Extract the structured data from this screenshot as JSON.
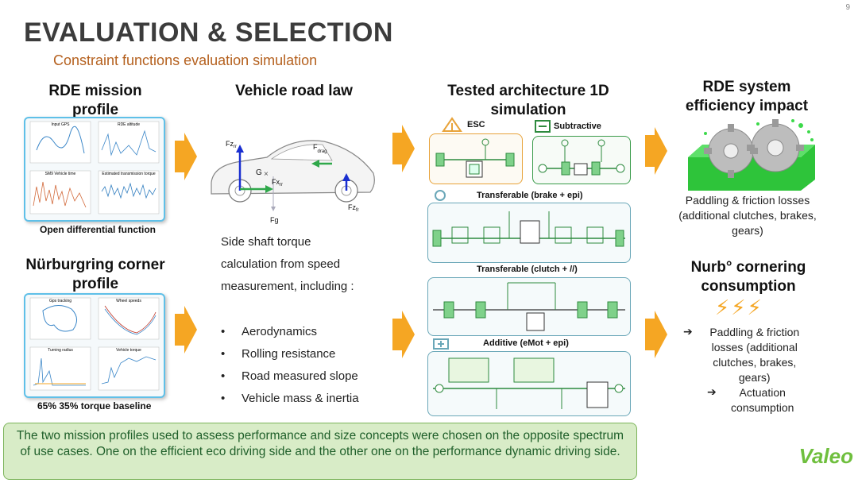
{
  "page_number": "9",
  "title": "EVALUATION & SELECTION",
  "subtitle": "Constraint functions evaluation simulation",
  "col1": {
    "heading1": "RDE mission profile",
    "caption1": "Open differential function",
    "heading2": "Nürburgring corner profile",
    "caption2": "65% 35% torque baseline",
    "plot_titles_1": [
      "Input GPS",
      "RDE altitude",
      "SM9 Vehicle time",
      "Estimated transmission torque"
    ],
    "plot_titles_2": [
      "Gps tracking",
      "Wheel speeds",
      "Turning radius",
      "Vehicle torque"
    ]
  },
  "col2": {
    "heading": "Vehicle road law",
    "force_labels": {
      "fzrr": "Fz",
      "fzrr_sub": "rr",
      "fdrag": "F",
      "fdrag_sub": "drag",
      "g": "G",
      "fxrr": "Fx",
      "fxrr_sub": "rr",
      "fg": "Fg",
      "fzfr": "Fz",
      "fzfr_sub": "fr"
    },
    "line1": "Side shaft torque",
    "line2": "calculation from speed",
    "line3": "measurement, including :",
    "bullets": [
      "Aerodynamics",
      "Rolling resistance",
      "Road measured slope",
      "Vehicle mass & inertia"
    ]
  },
  "col3": {
    "heading": "Tested architecture 1D simulation",
    "esc": "ESC",
    "subtractive": "Subtractive",
    "transferable_brake": "Transferable (brake + epi)",
    "transferable_clutch": "Transferable (clutch + //)",
    "additive": "Additive (eMot + epi)"
  },
  "col4": {
    "heading": "RDE system efficiency impact",
    "text1": "Paddling & friction losses (additional clutches, brakes, gears)",
    "heading2": "Nurb° cornering consumption",
    "bolts": "⚡⚡⚡",
    "arrow_glyph": "➔",
    "item1": "Paddling & friction losses (additional clutches, brakes, gears)",
    "item2": "Actuation consumption"
  },
  "conclusion": "The two mission profiles used to assess performance and size concepts were chosen on the opposite spectrum of use cases. One on the efficient eco driving side and the other one on the performance dynamic driving side.",
  "logo": "Valeo",
  "colors": {
    "accent_orange": "#f5a623",
    "green": "#3a9b4a",
    "blue_border": "#5fc0e8",
    "subtitle": "#b5611f"
  }
}
